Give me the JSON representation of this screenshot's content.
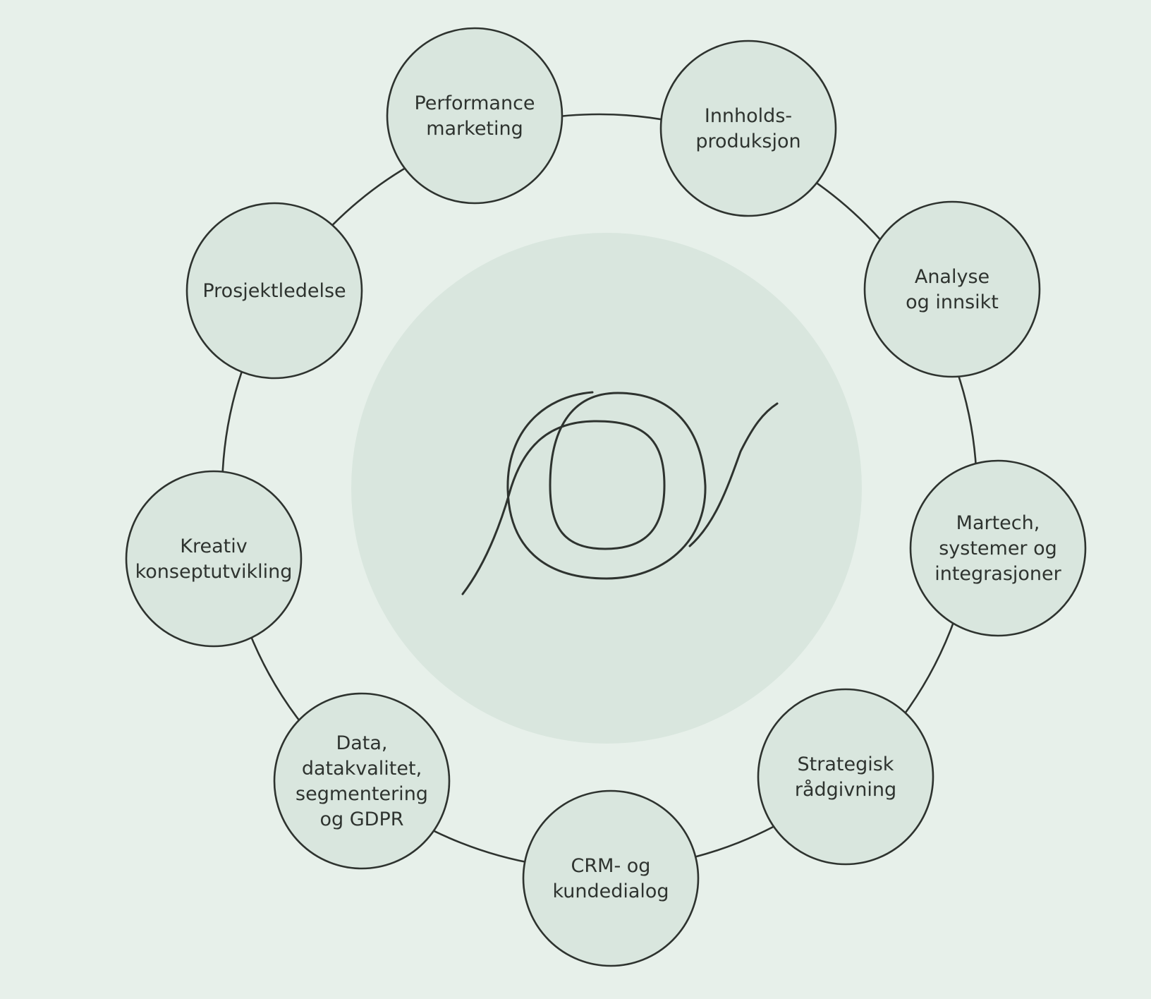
{
  "colors": {
    "background": "#e7f0ea",
    "node_fill": "#d9e6de",
    "stroke": "#2e332f",
    "text": "#2e332f"
  },
  "center": {
    "icon": "swirl-logo-icon"
  },
  "nodes": [
    {
      "id": "performance-marketing",
      "lines": [
        "Performance",
        "marketing"
      ]
    },
    {
      "id": "innholdsproduksjon",
      "lines": [
        "Innholds-",
        "produksjon"
      ]
    },
    {
      "id": "analyse-og-innsikt",
      "lines": [
        "Analyse",
        "og innsikt"
      ]
    },
    {
      "id": "martech",
      "lines": [
        "Martech,",
        "systemer og",
        "integrasjoner"
      ]
    },
    {
      "id": "strategisk-radgivning",
      "lines": [
        "Strategisk",
        "rådgivning"
      ]
    },
    {
      "id": "crm-og-kundedialog",
      "lines": [
        "CRM- og",
        "kundedialog"
      ]
    },
    {
      "id": "data-gdpr",
      "lines": [
        "Data,",
        "datakvalitet,",
        "segmentering",
        "og GDPR"
      ]
    },
    {
      "id": "kreativ-konseptutvikling",
      "lines": [
        "Kreativ",
        "konseptutvikling"
      ]
    },
    {
      "id": "prosjektledelse",
      "lines": [
        "Prosjektledelse"
      ]
    }
  ]
}
